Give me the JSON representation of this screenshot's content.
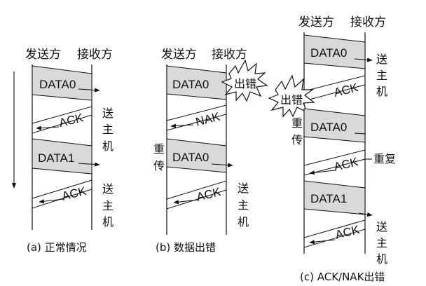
{
  "panels": {
    "a": {
      "sender": "发送方",
      "receiver": "接收方",
      "frames": [
        "DATA0",
        "ACK",
        "DATA1",
        "ACK"
      ],
      "deliver_1": [
        "送",
        "主",
        "机"
      ],
      "deliver_2": [
        "送",
        "主",
        "机"
      ],
      "caption": "(a) 正常情况"
    },
    "b": {
      "sender": "发送方",
      "receiver": "接收方",
      "frames": [
        "DATA0",
        "NAK",
        "DATA0",
        "ACK"
      ],
      "error": "出错",
      "resend": [
        "重",
        "传"
      ],
      "deliver": [
        "送",
        "主",
        "机"
      ],
      "caption": "(b) 数据出错"
    },
    "c": {
      "sender": "发送方",
      "receiver": "接收方",
      "frames": [
        "DATA0",
        "ACK",
        "DATA0",
        "ACK",
        "DATA1",
        "ACK"
      ],
      "error": "出错",
      "resend": [
        "重",
        "传"
      ],
      "duplicate": "重复",
      "deliver_1": [
        "送",
        "主",
        "机"
      ],
      "deliver_2": [
        "送",
        "主",
        "机"
      ],
      "caption": "(c) ACK/NAK出错"
    }
  },
  "colors": {
    "band": "#d9d9d9",
    "ink": "#111111"
  }
}
